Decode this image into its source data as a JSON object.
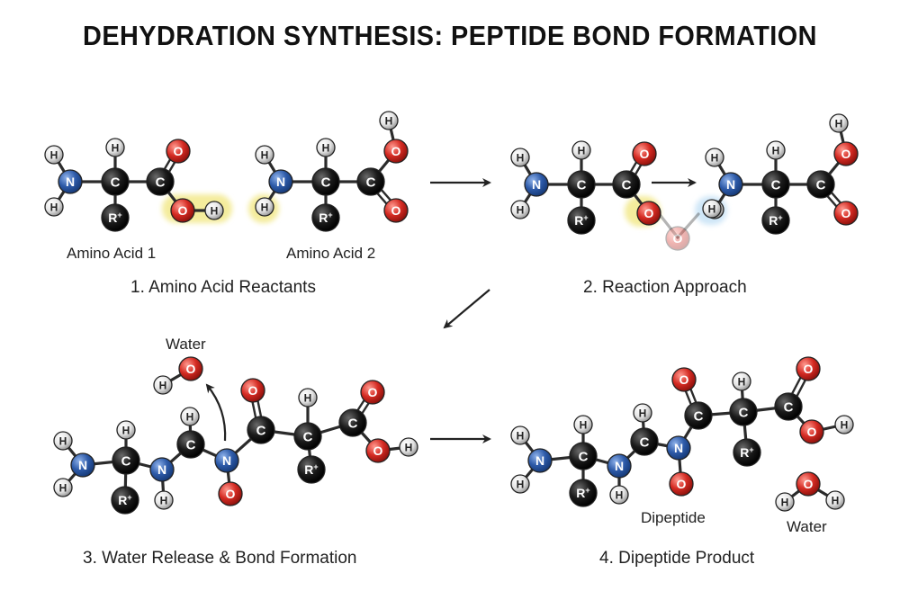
{
  "title": "DEHYDRATION SYNTHESIS: PEPTIDE BOND FORMATION",
  "panels": [
    {
      "caption": "1. Amino Acid Reactants",
      "sublabels": [
        "Amino Acid 1",
        "Amino Acid 2"
      ]
    },
    {
      "caption": "2. Reaction Approach"
    },
    {
      "caption": "3. Water Release & Bond Formation",
      "sublabels": [
        "Water"
      ]
    },
    {
      "caption": "4. Dipeptide Product",
      "sublabels": [
        "Dipeptide",
        "Water"
      ]
    }
  ],
  "atom_symbols": {
    "hydrogen": "H",
    "nitrogen": "N",
    "carbon": "C",
    "oxygen": "O",
    "r_group": "R",
    "r_sup": "+"
  },
  "colors": {
    "carbon": "#1a1a1a",
    "nitrogen": "#2d5aa8",
    "oxygen": "#d42a22",
    "hydrogen": "#e4e4e4",
    "highlight": "#f4ec9c",
    "highlight_blue": "#cfe6f7"
  }
}
